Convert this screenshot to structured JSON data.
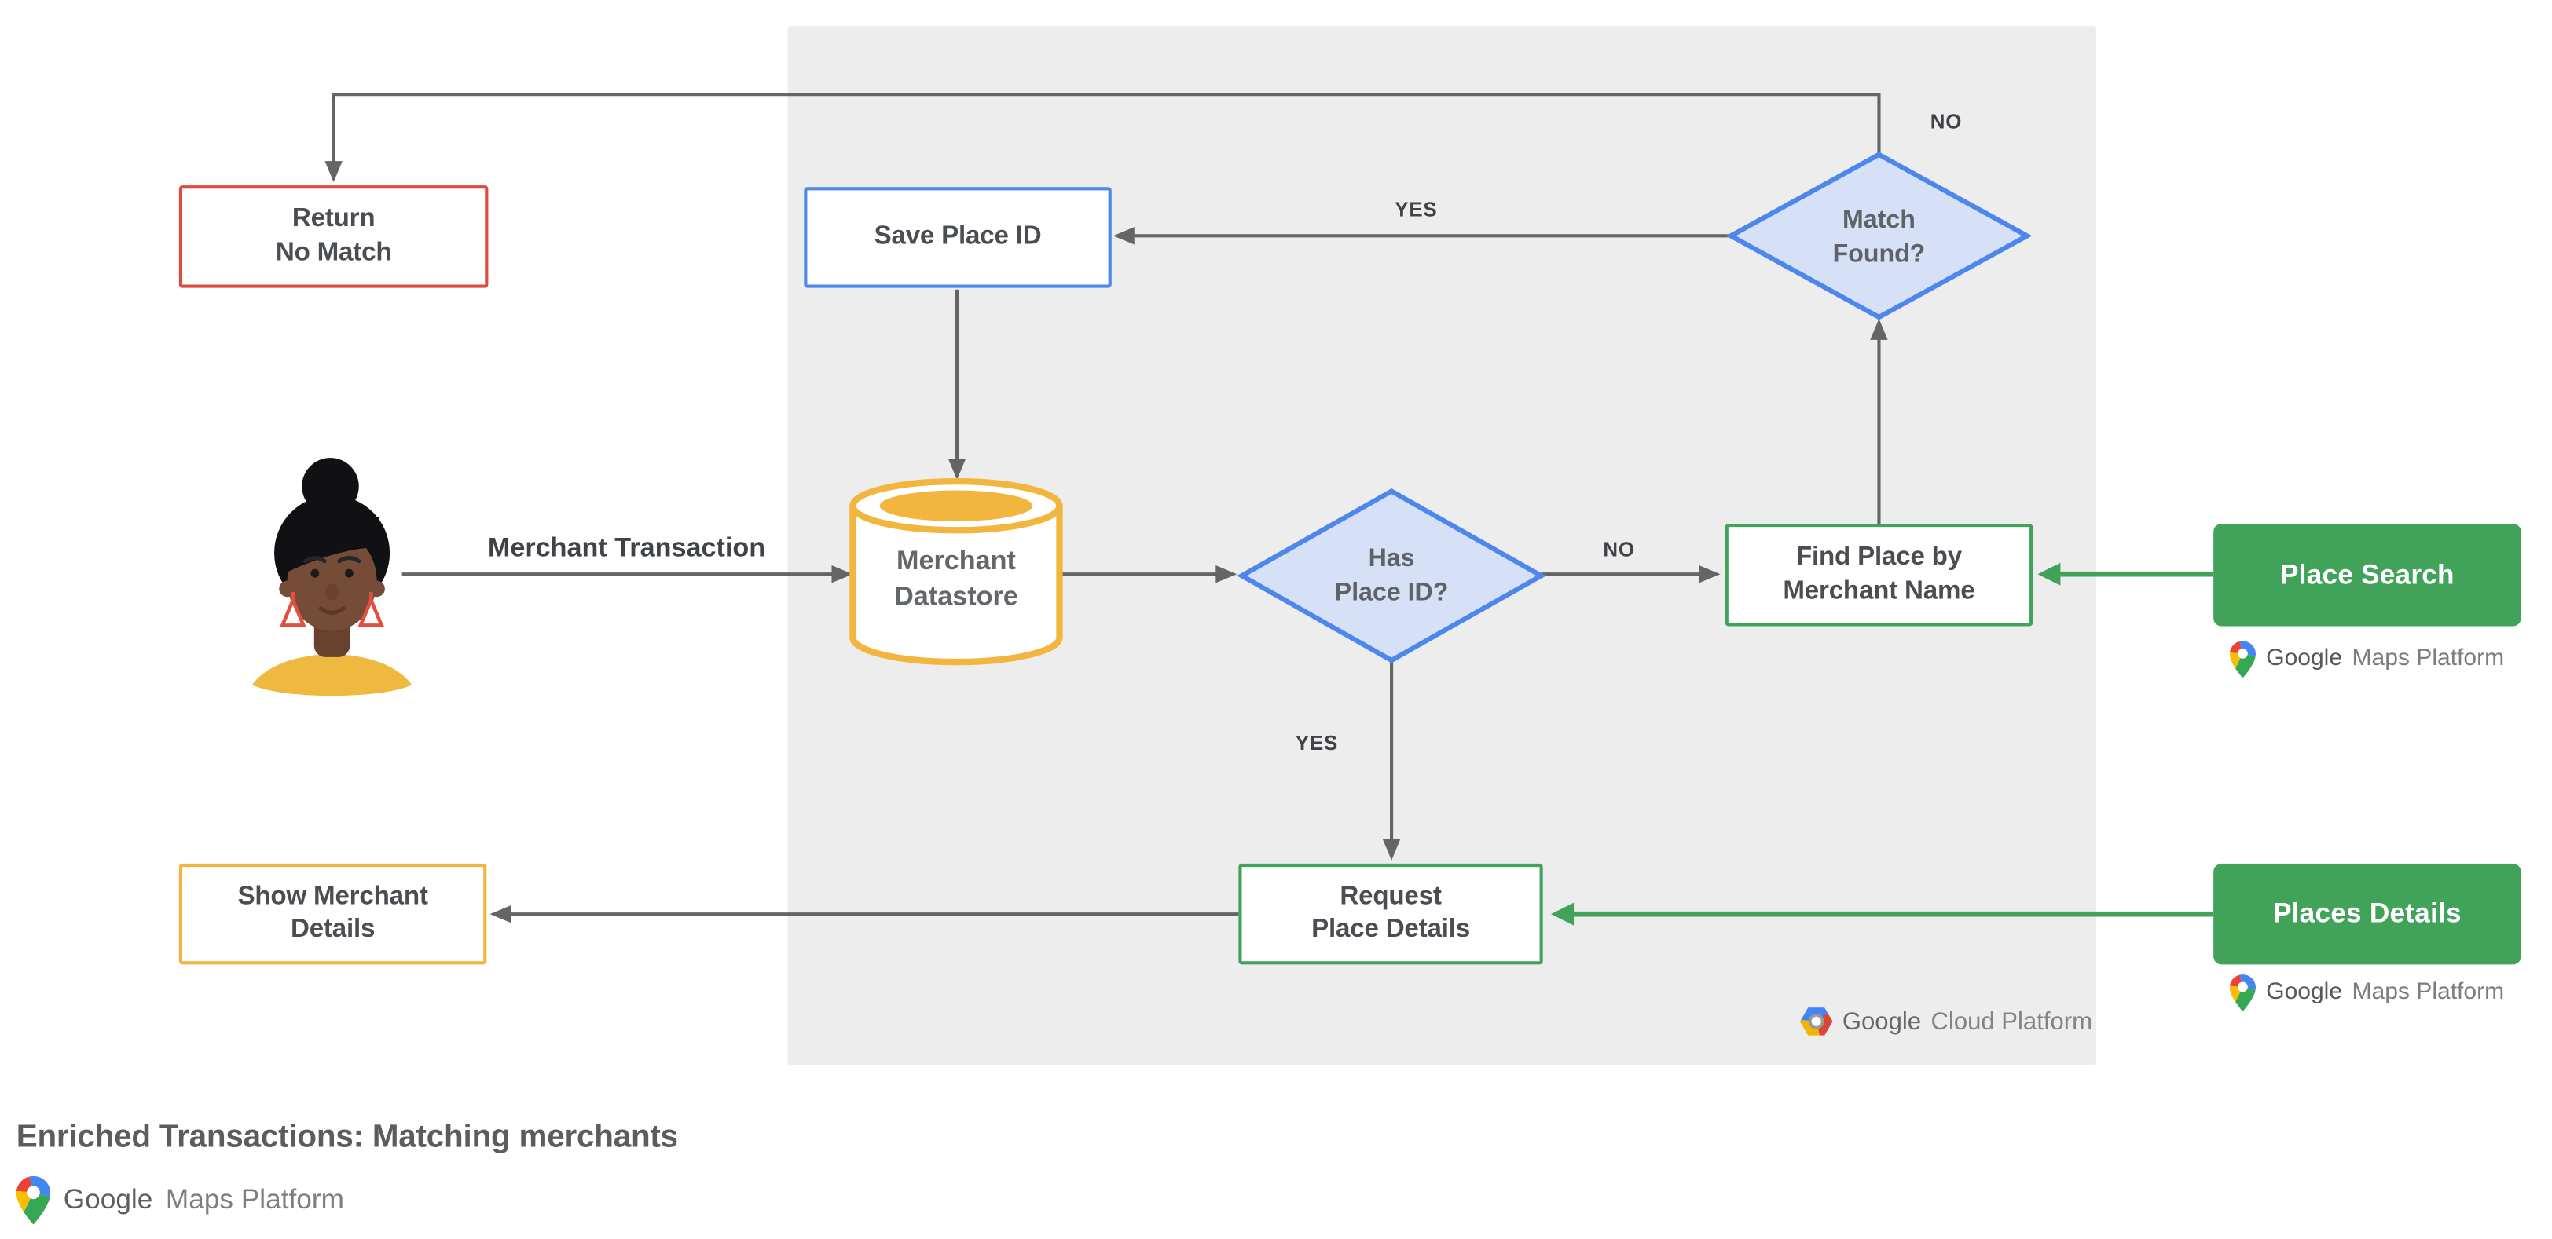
{
  "nodes": {
    "return_no_match": {
      "line1": "Return",
      "line2": "No Match",
      "border_color": "#DB4C3C"
    },
    "save_place_id": {
      "line1": "Save Place ID",
      "border_color": "#4D87EB"
    },
    "merchant_datastore": {
      "line1": "Merchant",
      "line2": "Datastore",
      "color": "#F2B63E"
    },
    "has_place_id": {
      "line1": "Has",
      "line2": "Place ID?",
      "border_color": "#4D87EB",
      "fill": "#D6E1F8"
    },
    "match_found": {
      "line1": "Match",
      "line2": "Found?",
      "border_color": "#4D87EB",
      "fill": "#D6E1F8"
    },
    "find_place_by_merchant_name": {
      "line1": "Find Place by",
      "line2": "Merchant Name",
      "border_color": "#41A25A"
    },
    "request_place_details": {
      "line1": "Request",
      "line2": "Place Details",
      "border_color": "#41A25A"
    },
    "show_merchant_details": {
      "line1": "Show Merchant",
      "line2": "Details",
      "border_color": "#F2B63E"
    }
  },
  "api_cards": {
    "place_search": {
      "label": "Place Search",
      "color": "#41A25A"
    },
    "places_details": {
      "label": "Places Details",
      "color": "#41A25A"
    }
  },
  "edge_labels": {
    "merchant_transaction": "Merchant Transaction",
    "has_no": "NO",
    "has_yes": "YES",
    "match_yes": "YES",
    "match_no": "NO"
  },
  "logos": {
    "gcp": {
      "part1": "Google",
      "part2": "Cloud Platform"
    },
    "gmp": {
      "part1": "Google",
      "part2": "Maps Platform"
    }
  },
  "footer": {
    "title": "Enriched Transactions: Matching merchants"
  },
  "palette": {
    "blue": "#4D87EB",
    "blue_fill": "#D6E1F8",
    "green": "#41A25A",
    "yellow": "#F2B63E",
    "red": "#DB4C3C",
    "line_gray": "#646567",
    "panel_gray": "#EDEDED",
    "text_dark": "#3F4347",
    "text_gray": "#5F6368"
  }
}
